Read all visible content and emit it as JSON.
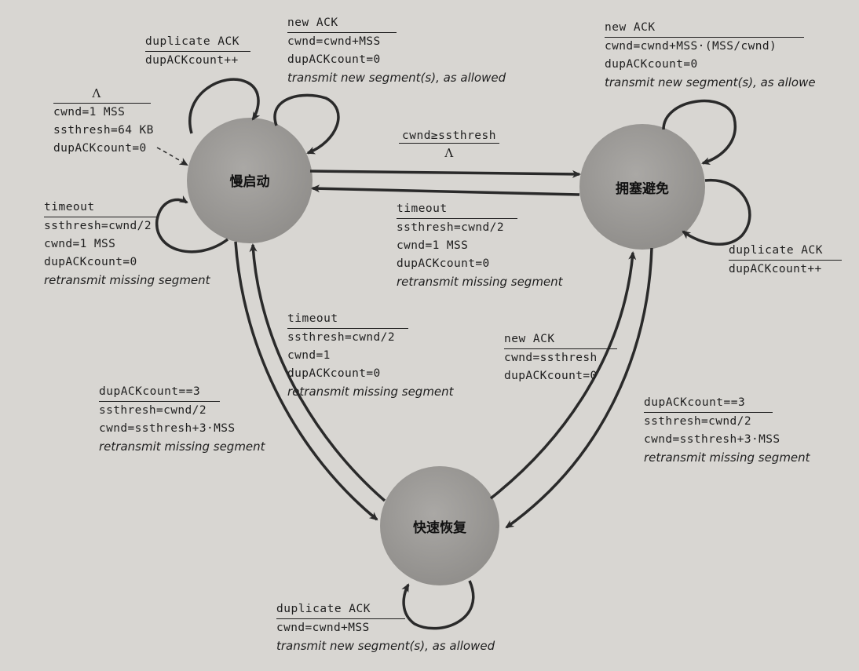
{
  "states": {
    "slow_start": "慢启动",
    "congestion_avoidance": "拥塞避免",
    "fast_recovery": "快速恢复"
  },
  "initial": {
    "event": "Λ",
    "actions": [
      "cwnd=1 MSS",
      "ssthresh=64 KB",
      "dupACKcount=0"
    ]
  },
  "ss_dup": {
    "event": "duplicate ACK",
    "actions": [
      "dupACKcount++"
    ]
  },
  "ss_newack": {
    "event": "new ACK",
    "actions": [
      "cwnd=cwnd+MSS",
      "dupACKcount=0"
    ],
    "note": "transmit new segment(s), as allowed"
  },
  "ss_timeout": {
    "event": "timeout",
    "actions": [
      "ssthresh=cwnd/2",
      "cwnd=1 MSS",
      "dupACKcount=0"
    ],
    "note": "retransmit missing segment"
  },
  "ss_to_ca": {
    "event": "cwnd≥ssthresh",
    "action": "Λ"
  },
  "ca_to_ss": {
    "event": "timeout",
    "actions": [
      "ssthresh=cwnd/2",
      "cwnd=1 MSS",
      "dupACKcount=0"
    ],
    "note": "retransmit missing segment"
  },
  "ca_newack": {
    "event": "new ACK",
    "actions": [
      "cwnd=cwnd+MSS·(MSS/cwnd)",
      "dupACKcount=0"
    ],
    "note": "transmit new segment(s), as allowe"
  },
  "ca_dup": {
    "event": "duplicate ACK",
    "actions": [
      "dupACKcount++"
    ]
  },
  "fr_to_ss": {
    "event": "timeout",
    "actions": [
      "ssthresh=cwnd/2",
      "cwnd=1",
      "dupACKcount=0"
    ],
    "note": "retransmit missing segment"
  },
  "ss_to_fr": {
    "event": "dupACKcount==3",
    "actions": [
      "ssthresh=cwnd/2",
      "cwnd=ssthresh+3·MSS"
    ],
    "note": "retransmit missing segment"
  },
  "fr_to_ca": {
    "event": "new ACK",
    "actions": [
      "cwnd=ssthresh",
      "dupACKcount=0"
    ]
  },
  "ca_to_fr": {
    "event": "dupACKcount==3",
    "actions": [
      "ssthresh=cwnd/2",
      "cwnd=ssthresh+3·MSS"
    ],
    "note": "retransmit missing segment"
  },
  "fr_dup": {
    "event": "duplicate ACK",
    "actions": [
      "cwnd=cwnd+MSS"
    ],
    "note": "transmit new segment(s), as allowed"
  }
}
